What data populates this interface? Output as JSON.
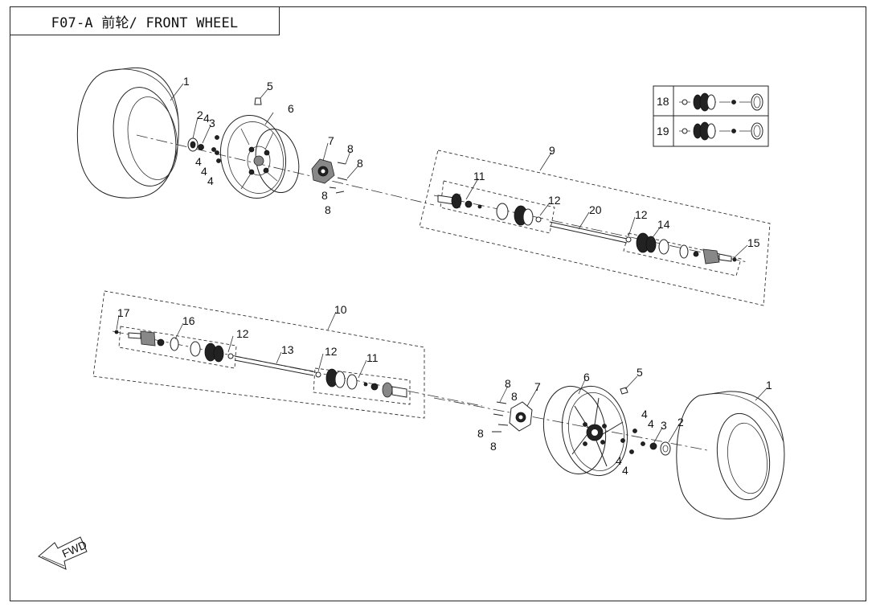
{
  "title": "F07-A 前轮/ FRONT WHEEL",
  "fwd_label": "FWD",
  "legend": [
    {
      "num": "18"
    },
    {
      "num": "19"
    }
  ],
  "callouts": [
    {
      "id": "c1a",
      "num": "1"
    },
    {
      "id": "c2a",
      "num": "2"
    },
    {
      "id": "c3a",
      "num": "3"
    },
    {
      "id": "c4a",
      "num": "4"
    },
    {
      "id": "c4b",
      "num": "4"
    },
    {
      "id": "c4c",
      "num": "4"
    },
    {
      "id": "c4d",
      "num": "4"
    },
    {
      "id": "c5a",
      "num": "5"
    },
    {
      "id": "c6a",
      "num": "6"
    },
    {
      "id": "c7a",
      "num": "7"
    },
    {
      "id": "c8a",
      "num": "8"
    },
    {
      "id": "c8b",
      "num": "8"
    },
    {
      "id": "c8c",
      "num": "8"
    },
    {
      "id": "c8d",
      "num": "8"
    },
    {
      "id": "c9",
      "num": "9"
    },
    {
      "id": "c11a",
      "num": "11"
    },
    {
      "id": "c12a",
      "num": "12"
    },
    {
      "id": "c20",
      "num": "20"
    },
    {
      "id": "c12b",
      "num": "12"
    },
    {
      "id": "c14",
      "num": "14"
    },
    {
      "id": "c15",
      "num": "15"
    },
    {
      "id": "c10",
      "num": "10"
    },
    {
      "id": "c17",
      "num": "17"
    },
    {
      "id": "c16",
      "num": "16"
    },
    {
      "id": "c12c",
      "num": "12"
    },
    {
      "id": "c13",
      "num": "13"
    },
    {
      "id": "c12d",
      "num": "12"
    },
    {
      "id": "c11b",
      "num": "11"
    },
    {
      "id": "c1b",
      "num": "1"
    },
    {
      "id": "c2b",
      "num": "2"
    },
    {
      "id": "c3b",
      "num": "3"
    },
    {
      "id": "c4e",
      "num": "4"
    },
    {
      "id": "c4f",
      "num": "4"
    },
    {
      "id": "c4g",
      "num": "4"
    },
    {
      "id": "c4h",
      "num": "4"
    },
    {
      "id": "c5b",
      "num": "5"
    },
    {
      "id": "c6b",
      "num": "6"
    },
    {
      "id": "c7b",
      "num": "7"
    },
    {
      "id": "c8e",
      "num": "8"
    },
    {
      "id": "c8f",
      "num": "8"
    },
    {
      "id": "c8g",
      "num": "8"
    },
    {
      "id": "c8h",
      "num": "8"
    }
  ]
}
